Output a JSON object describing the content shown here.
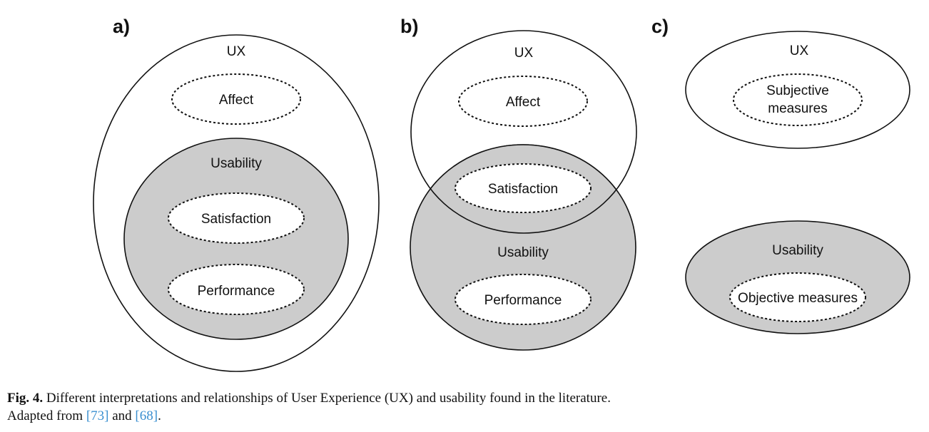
{
  "panels": {
    "a": {
      "label": "a)",
      "outer": "UX",
      "inner_top": "Affect",
      "group": "Usability",
      "group_items": [
        "Satisfaction",
        "Performance"
      ]
    },
    "b": {
      "label": "b)",
      "circle_top": "UX",
      "top_only": "Affect",
      "overlap": "Satisfaction",
      "circle_bottom": "Usability",
      "bottom_only": "Performance"
    },
    "c": {
      "label": "c)",
      "top": "UX",
      "top_inner": "Subjective measures",
      "bottom": "Usability",
      "bottom_inner": "Objective measures"
    }
  },
  "caption": {
    "fig_label": "Fig. 4.",
    "text": " Different interpretations and relationships of User Experience (UX) and usability found in the literature.",
    "line2_prefix": "Adapted from ",
    "ref1": "[73]",
    "mid": " and ",
    "ref2": "[68]",
    "end": "."
  },
  "colors": {
    "usability_fill": "#cccccc",
    "stroke": "#111111",
    "link": "#3a8fd0"
  }
}
